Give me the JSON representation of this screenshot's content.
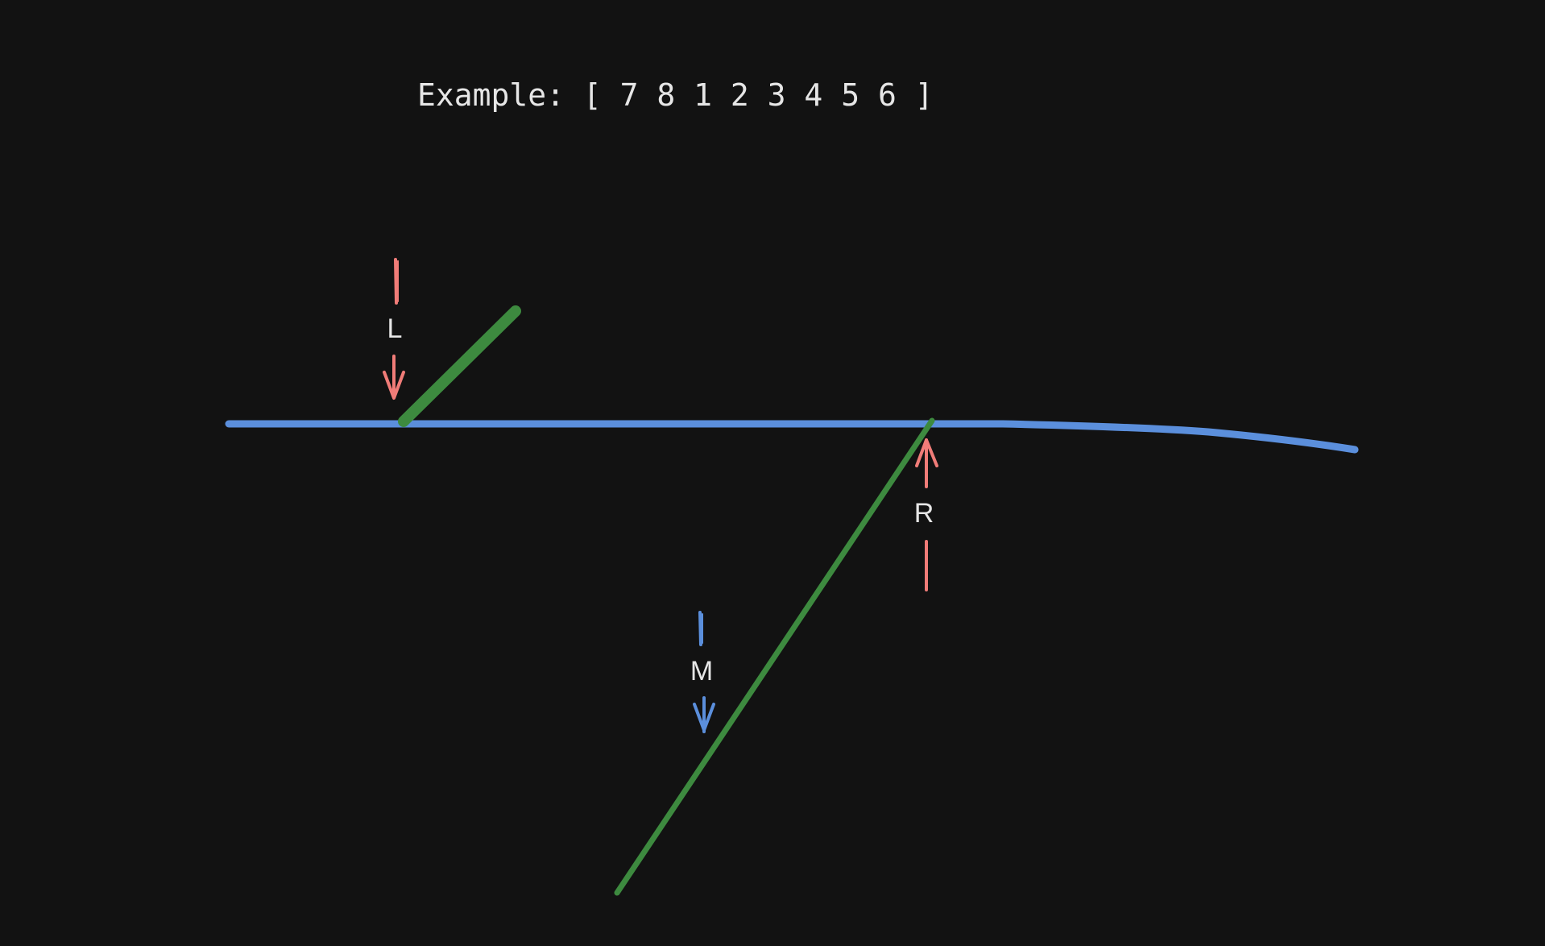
{
  "example_text": "Example: [ 7 8 1 2 3 4 5 6 ]",
  "pointers": {
    "left": {
      "label": "L",
      "color": "#f07c78"
    },
    "right": {
      "label": "R",
      "color": "#f07c78"
    },
    "middle": {
      "label": "M",
      "color": "#5b8fdc"
    }
  },
  "colors": {
    "background": "#121212",
    "baseline": "#5b8fdc",
    "segment": "#3d8a3f",
    "text": "#e6e6e6"
  }
}
